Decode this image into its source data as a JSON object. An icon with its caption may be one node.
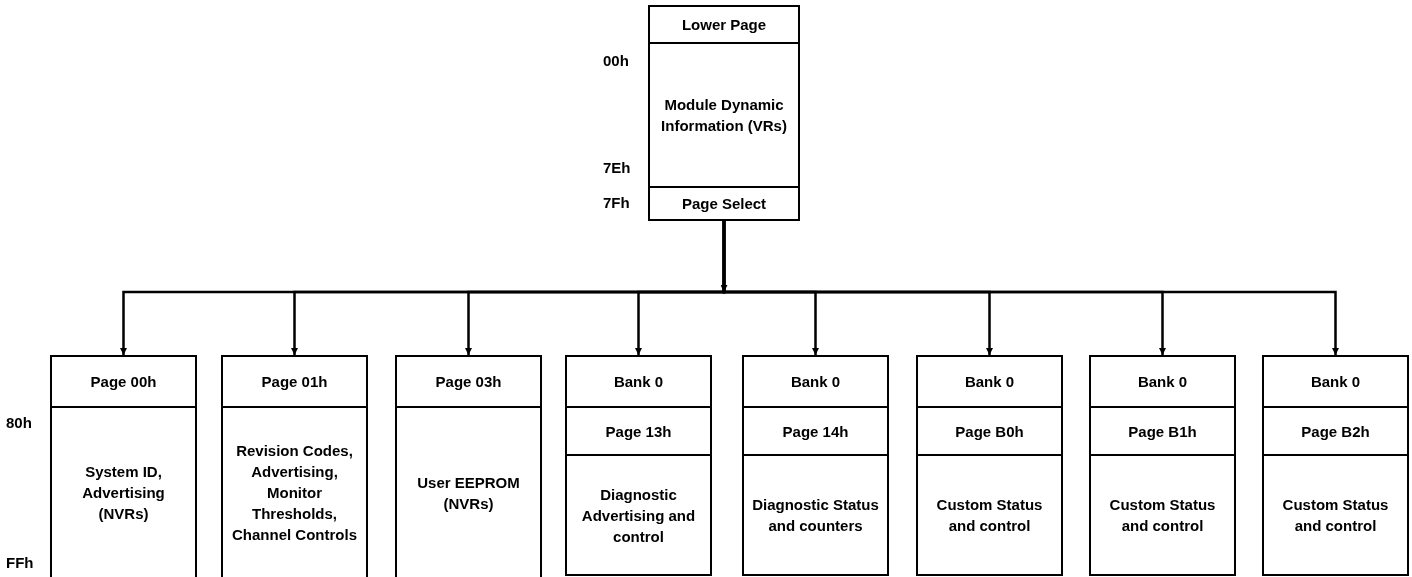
{
  "diagram": {
    "nodes": [
      {
        "text": [
          "Lower Page"
        ]
      },
      {
        "text": [
          "Module Dynamic Information (VRs)"
        ],
        "beside": [
          "00h",
          "7Eh"
        ]
      },
      {
        "text": [
          "Page Select"
        ],
        "beside": [
          "7Fh"
        ]
      },
      {
        "text": [
          "Page 00h"
        ]
      },
      {
        "text": [
          "System ID, Advertising (NVRs)"
        ],
        "beside": [
          "80h",
          "FFh"
        ]
      },
      {
        "text": [
          "Page 01h"
        ]
      },
      {
        "text": [
          "Revision Codes, Advertising, Monitor Thresholds, Channel Controls"
        ]
      },
      {
        "text": [
          "Page 03h"
        ]
      },
      {
        "text": [
          "User EEPROM (NVRs)"
        ]
      },
      {
        "text": [
          "Bank 0"
        ]
      },
      {
        "text": [
          "Page 13h"
        ]
      },
      {
        "text": [
          "Diagnostic Advertising and control"
        ]
      },
      {
        "text": [
          "Bank 0"
        ]
      },
      {
        "text": [
          "Page 14h"
        ]
      },
      {
        "text": [
          "Diagnostic Status and counters"
        ]
      },
      {
        "text": [
          "Bank 0"
        ]
      },
      {
        "text": [
          "Page B0h"
        ]
      },
      {
        "text": [
          "Custom Status and control"
        ]
      },
      {
        "text": [
          "Bank 0"
        ]
      },
      {
        "text": [
          "Page B1h"
        ]
      },
      {
        "text": [
          "Custom Status and control"
        ]
      },
      {
        "text": [
          "Bank 0"
        ]
      },
      {
        "text": [
          "Page B2h"
        ]
      },
      {
        "text": [
          "Custom Status and control"
        ]
      }
    ],
    "edges": [
      {
        "from": 2,
        "to": 3,
        "arrow": "to"
      },
      {
        "from": 2,
        "to": 5,
        "arrow": "to"
      },
      {
        "from": 2,
        "to": 7,
        "arrow": "to"
      },
      {
        "from": 2,
        "to": 9,
        "arrow": "to"
      },
      {
        "from": 2,
        "to": 12,
        "arrow": "to"
      },
      {
        "from": 2,
        "to": 15,
        "arrow": "to"
      },
      {
        "from": 2,
        "to": 18,
        "arrow": "to"
      },
      {
        "from": 2,
        "to": 21,
        "arrow": "to"
      }
    ]
  }
}
